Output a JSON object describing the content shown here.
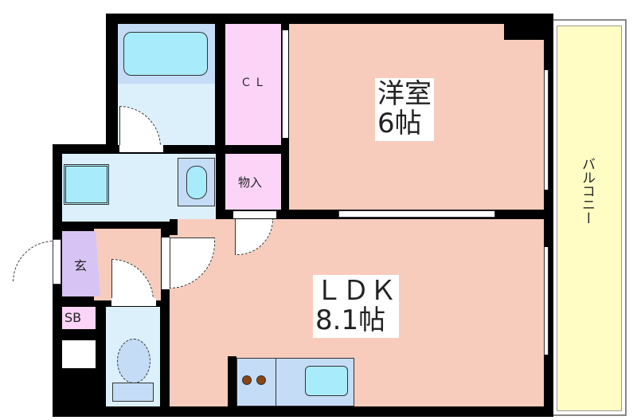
{
  "colors": {
    "wall": "#000000",
    "room": "#f8ccbc",
    "wet": "#dcf0fc",
    "wet_dark": "#c4dcf6",
    "fixture": "#a8ecfc",
    "closet": "#fcd4f8",
    "entry": "#d8c4f4",
    "balcony": "#fffcc4"
  },
  "rooms": {
    "western": {
      "name": "洋室",
      "size": "6帖"
    },
    "ldk": {
      "name": "ＬＤＫ",
      "size": "8.1帖"
    },
    "closet": "ＣＬ",
    "storage": "物入",
    "entrance": "玄",
    "shoebox": "SB",
    "balcony": "バルコニー"
  }
}
